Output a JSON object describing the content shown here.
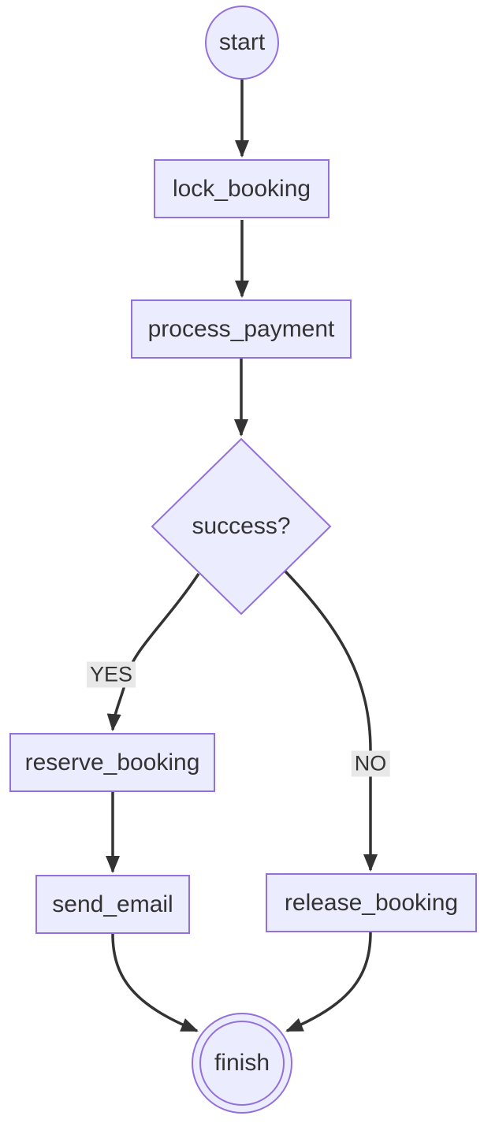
{
  "diagram": {
    "type": "flowchart",
    "direction": "top-down",
    "colors": {
      "background": "#ffffff",
      "node_fill": "#ECECFF",
      "node_border": "#9370DB",
      "edge_color": "#333333",
      "text_color": "#333333",
      "edge_label_bg": "#e8e8e8"
    },
    "nodes": {
      "start": {
        "label": "start",
        "shape": "circle"
      },
      "lock_booking": {
        "label": "lock_booking",
        "shape": "rect"
      },
      "process_payment": {
        "label": "process_payment",
        "shape": "rect"
      },
      "success": {
        "label": "success?",
        "shape": "diamond"
      },
      "reserve_booking": {
        "label": "reserve_booking",
        "shape": "rect"
      },
      "send_email": {
        "label": "send_email",
        "shape": "rect"
      },
      "release_booking": {
        "label": "release_booking",
        "shape": "rect"
      },
      "finish": {
        "label": "finish",
        "shape": "double_circle"
      }
    },
    "edges": [
      {
        "from": "start",
        "to": "lock_booking",
        "label": ""
      },
      {
        "from": "lock_booking",
        "to": "process_payment",
        "label": ""
      },
      {
        "from": "process_payment",
        "to": "success",
        "label": ""
      },
      {
        "from": "success",
        "to": "reserve_booking",
        "label": "YES"
      },
      {
        "from": "success",
        "to": "release_booking",
        "label": "NO"
      },
      {
        "from": "reserve_booking",
        "to": "send_email",
        "label": ""
      },
      {
        "from": "send_email",
        "to": "finish",
        "label": ""
      },
      {
        "from": "release_booking",
        "to": "finish",
        "label": ""
      }
    ]
  }
}
